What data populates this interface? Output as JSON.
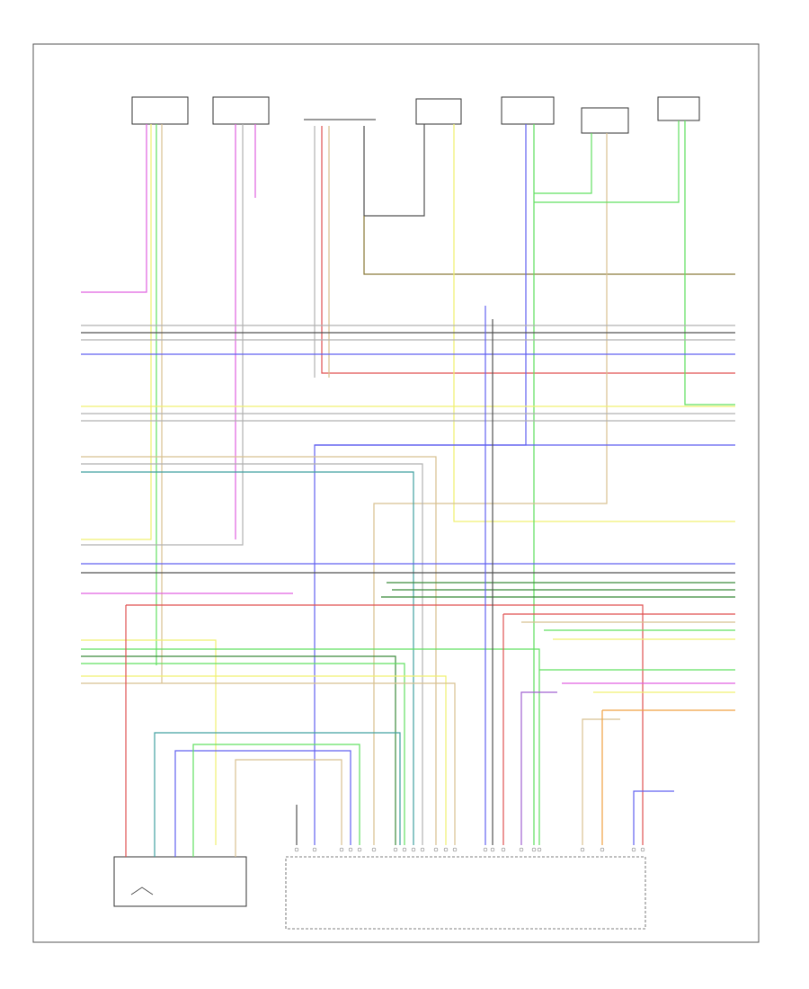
{
  "diagram": {
    "page_number": "",
    "connector_note": "",
    "top_components": [
      {
        "id": "c1",
        "label": "",
        "pins": [
          "",
          "",
          "",
          ""
        ]
      },
      {
        "id": "c2",
        "label": "",
        "pins": [
          "",
          "",
          "",
          ""
        ]
      },
      {
        "id": "c3",
        "label": "",
        "pins": [
          "",
          "",
          "",
          "",
          "",
          ""
        ]
      },
      {
        "id": "c4",
        "label": "",
        "pins": [
          "",
          ""
        ]
      },
      {
        "id": "c5",
        "label": "",
        "pins": [
          "",
          "",
          ""
        ]
      },
      {
        "id": "c6",
        "label": "",
        "pins": [
          "",
          "",
          ""
        ]
      },
      {
        "id": "c7",
        "label": "",
        "pins": [
          "",
          "",
          ""
        ]
      }
    ],
    "bottom_left_module": {
      "label": ""
    },
    "bottom_right_module": {
      "label": ""
    },
    "wire_colors": {
      "pink": "#e060e0",
      "yellow": "#f0f070",
      "gray": "#b0b0b0",
      "black": "#505050",
      "blue": "#6060f0",
      "red": "#e05050",
      "green": "#60e060",
      "dark_green": "#3a8a3a",
      "brown": "#8a7a3a",
      "tan": "#d8c090",
      "teal": "#40a0a0",
      "violet": "#a060d0",
      "orange": "#f0a040",
      "white": "#e0e0e0"
    }
  }
}
